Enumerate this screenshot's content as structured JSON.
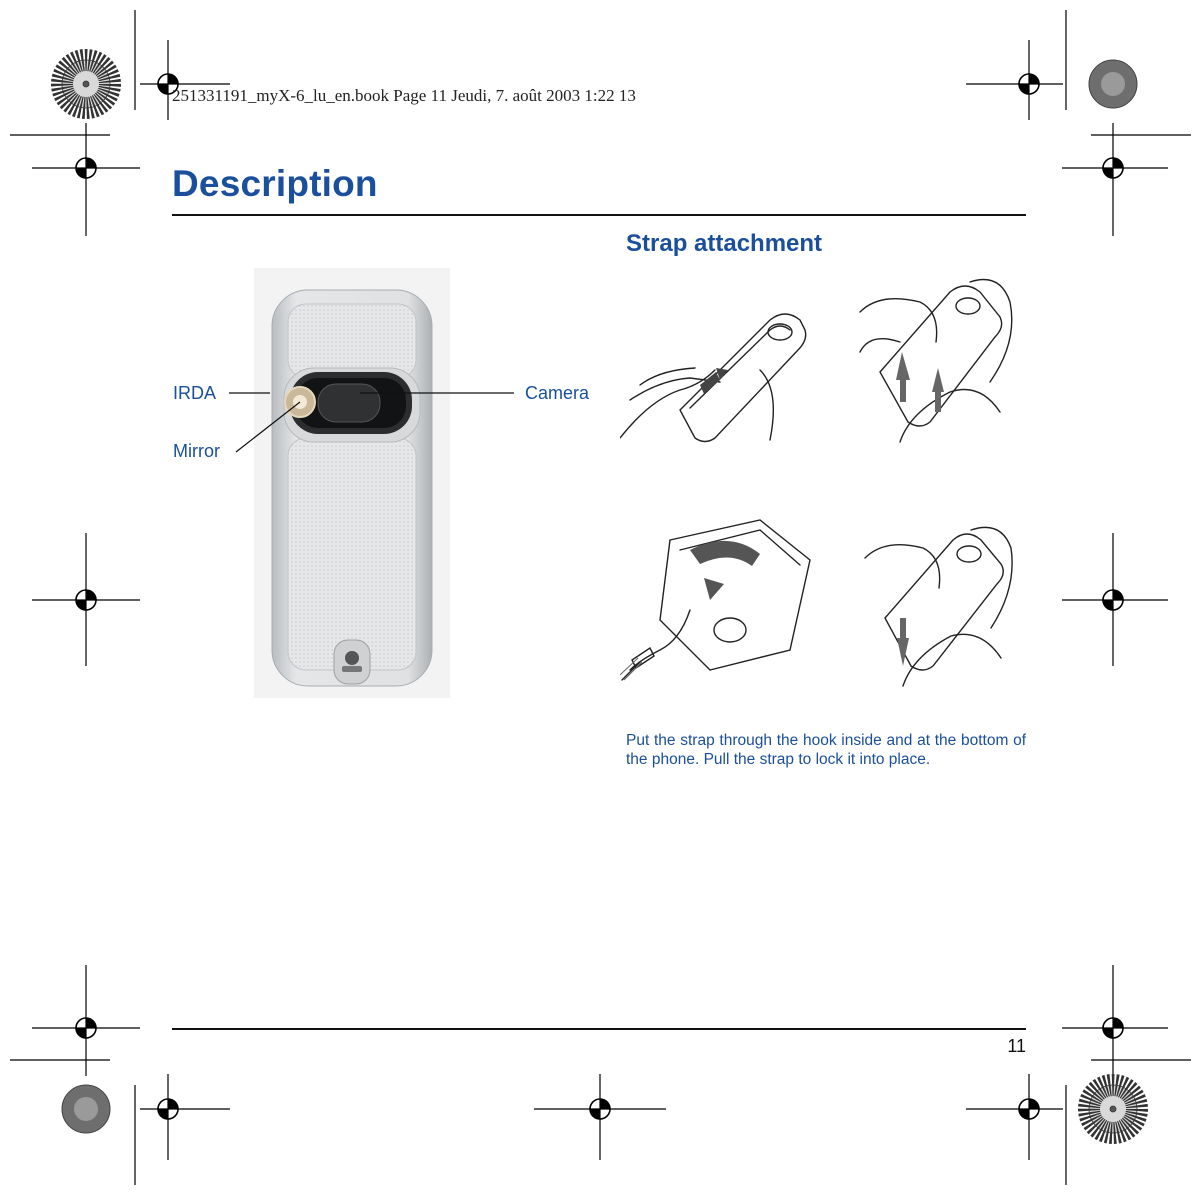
{
  "header": {
    "book_line": "251331191_myX-6_lu_en.book  Page 11  Jeudi, 7. août 2003  1:22 13"
  },
  "page": {
    "title": "Description",
    "section_title": "Strap attachment",
    "body": "Put the strap through the hook inside and at the bottom of the phone. Pull the strap to lock it into place.",
    "page_number": "11"
  },
  "phone_labels": {
    "irda": "IRDA",
    "mirror": "Mirror",
    "camera": "Camera"
  },
  "colors": {
    "heading_blue": "#1b4f9c",
    "phone_silver": "#c9cbcd"
  }
}
